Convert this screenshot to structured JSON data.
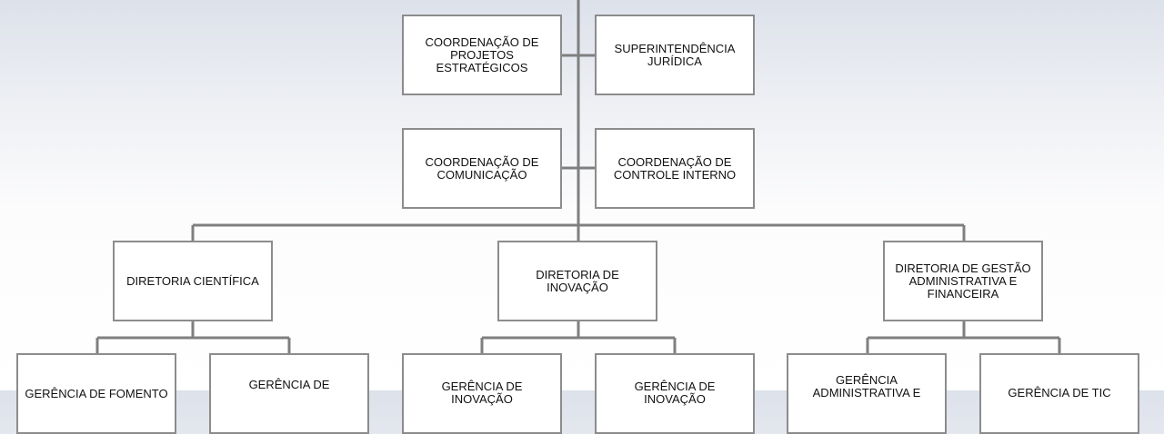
{
  "colors": {
    "connector": "#7f7f7f",
    "box_border": "#8c8c8c",
    "box_fill": "#ffffff",
    "text": "#111111"
  },
  "staff": {
    "coord_projetos": "COORDENAÇÃO DE\nPROJETOS\nESTRATÉGICOS",
    "superintendencia_juridica": "SUPERINTENDÊNCIA\nJURÍDICA",
    "coord_comunicacao": "COORDENAÇÃO DE\nCOMUNICAÇÃO",
    "coord_controle_interno": "COORDENAÇÃO DE\nCONTROLE INTERNO"
  },
  "directorates": {
    "cientifica": "DIRETORIA CIENTÍFICA",
    "inovacao": "DIRETORIA DE INOVAÇÃO",
    "gestao": "DIRETORIA DE GESTÃO\nADMINISTRATIVA E\nFINANCEIRA"
  },
  "managements": {
    "fomento": "GERÊNCIA DE FOMENTO",
    "cientifica_2": "GERÊNCIA DE",
    "inovacao_1": "GERÊNCIA DE INOVAÇÃO",
    "inovacao_2": "GERÊNCIA DE INOVAÇÃO",
    "administrativa": "GERÊNCIA\nADMINISTRATIVA E",
    "tic": "GERÊNCIA DE TIC"
  }
}
